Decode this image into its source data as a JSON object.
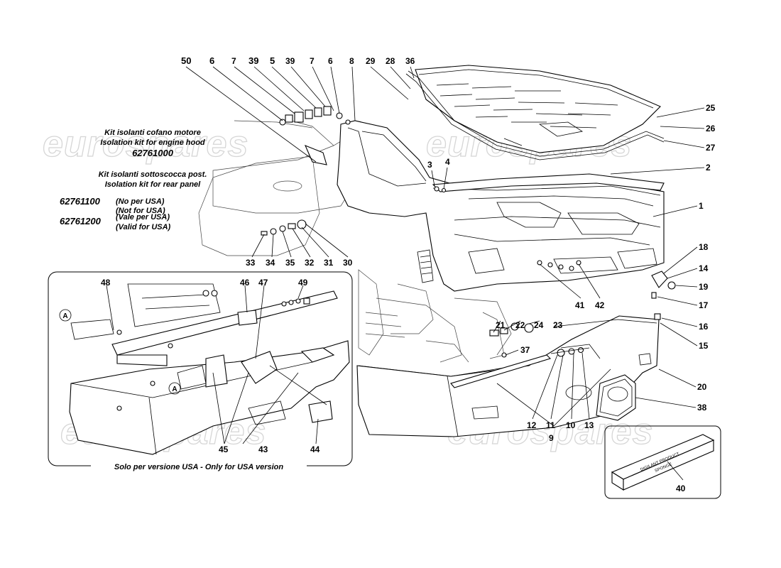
{
  "watermark": "eurospares",
  "kits": {
    "engine_hood": {
      "line1": "Kit isolanti cofano motore",
      "line2": "Isolation kit for engine hood",
      "code": "62761000"
    },
    "rear_panel": {
      "line1": "Kit isolanti sottoscocca post.",
      "line2": "Isolation kit for rear panel",
      "code_a": "62761100",
      "note_a1": "(No per USA)",
      "note_a2": "(Not for USA)",
      "code_b": "62761200",
      "note_b1": "(Vale per USA)",
      "note_b2": "(Valid for USA)"
    }
  },
  "usa_inset": {
    "caption": "Solo per versione USA - Only for USA version",
    "ref_marker": "A"
  },
  "callouts": {
    "c50": "50",
    "c6a": "6",
    "c7a": "7",
    "c39a": "39",
    "c5": "5",
    "c39b": "39",
    "c7b": "7",
    "c6b": "6",
    "c8": "8",
    "c29": "29",
    "c28": "28",
    "c36": "36",
    "c25": "25",
    "c26": "26",
    "c27": "27",
    "c2": "2",
    "c3": "3",
    "c4": "4",
    "c1": "1",
    "c18": "18",
    "c14": "14",
    "c19": "19",
    "c17": "17",
    "c16": "16",
    "c15": "15",
    "c20": "20",
    "c38": "38",
    "c33": "33",
    "c34": "34",
    "c35": "35",
    "c32": "32",
    "c31": "31",
    "c30": "30",
    "c41": "41",
    "c42": "42",
    "c21": "21",
    "c22": "22",
    "c24": "24",
    "c23": "23",
    "c37": "37",
    "c12": "12",
    "c11": "11",
    "c10": "10",
    "c13": "13",
    "c9": "9",
    "c40": "40",
    "c48": "48",
    "c46": "46",
    "c47": "47",
    "c49": "49",
    "c45": "45",
    "c43": "43",
    "c44": "44"
  },
  "foam_label": {
    "line1": "DIGILANT PRODUCT",
    "line2": "SPONGE"
  }
}
